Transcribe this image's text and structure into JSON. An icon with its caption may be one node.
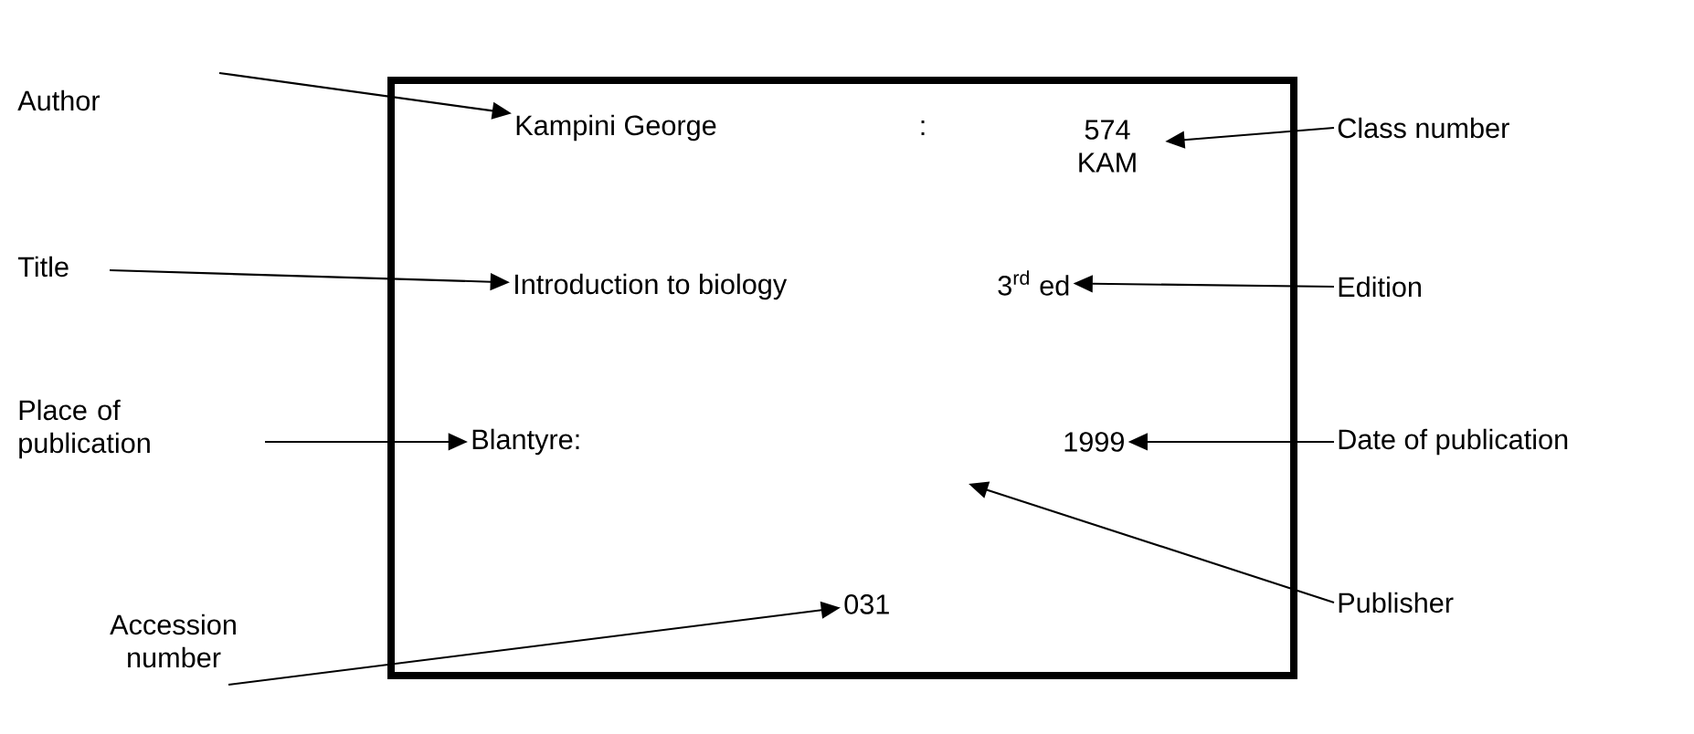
{
  "diagram": {
    "nodes": [
      {
        "text": [],
        "shape": "box"
      },
      {
        "text": [
          "Kampini George"
        ],
        "in": 0
      },
      {
        "text": [
          "574 KAM"
        ],
        "in": 0
      },
      {
        "text": [
          "Introduction to biology"
        ],
        "in": 0
      },
      {
        "text": [
          "3$^{rd}$ ed"
        ],
        "in": 0
      },
      {
        "text": [
          "Blantyre:"
        ],
        "in": 0
      },
      {
        "text": [
          "1999"
        ],
        "in": 0
      },
      {
        "text": [
          "031"
        ],
        "in": 0
      },
      {
        "text": [
          "Author"
        ]
      },
      {
        "text": [
          "Class number"
        ]
      },
      {
        "text": [
          "Title"
        ]
      },
      {
        "text": [
          "Edition"
        ]
      },
      {
        "text": [
          "Place of publication"
        ]
      },
      {
        "text": [
          "Date of publication"
        ]
      },
      {
        "text": [
          "Publisher"
        ]
      },
      {
        "text": [
          "Accession number"
        ]
      }
    ],
    "edges": [
      {
        "from": 8,
        "to": 1,
        "arrow": "to"
      },
      {
        "from": 9,
        "to": 2,
        "arrow": "to"
      },
      {
        "from": 10,
        "to": 3,
        "arrow": "to"
      },
      {
        "from": 11,
        "to": 4,
        "arrow": "to"
      },
      {
        "from": 12,
        "to": 5,
        "arrow": "to"
      },
      {
        "from": 13,
        "to": 6,
        "arrow": "to"
      },
      {
        "from": 14,
        "to": null,
        "arrow": "to"
      },
      {
        "from": 15,
        "to": 7,
        "arrow": "to"
      }
    ],
    "labels": [
      ":"
    ]
  }
}
